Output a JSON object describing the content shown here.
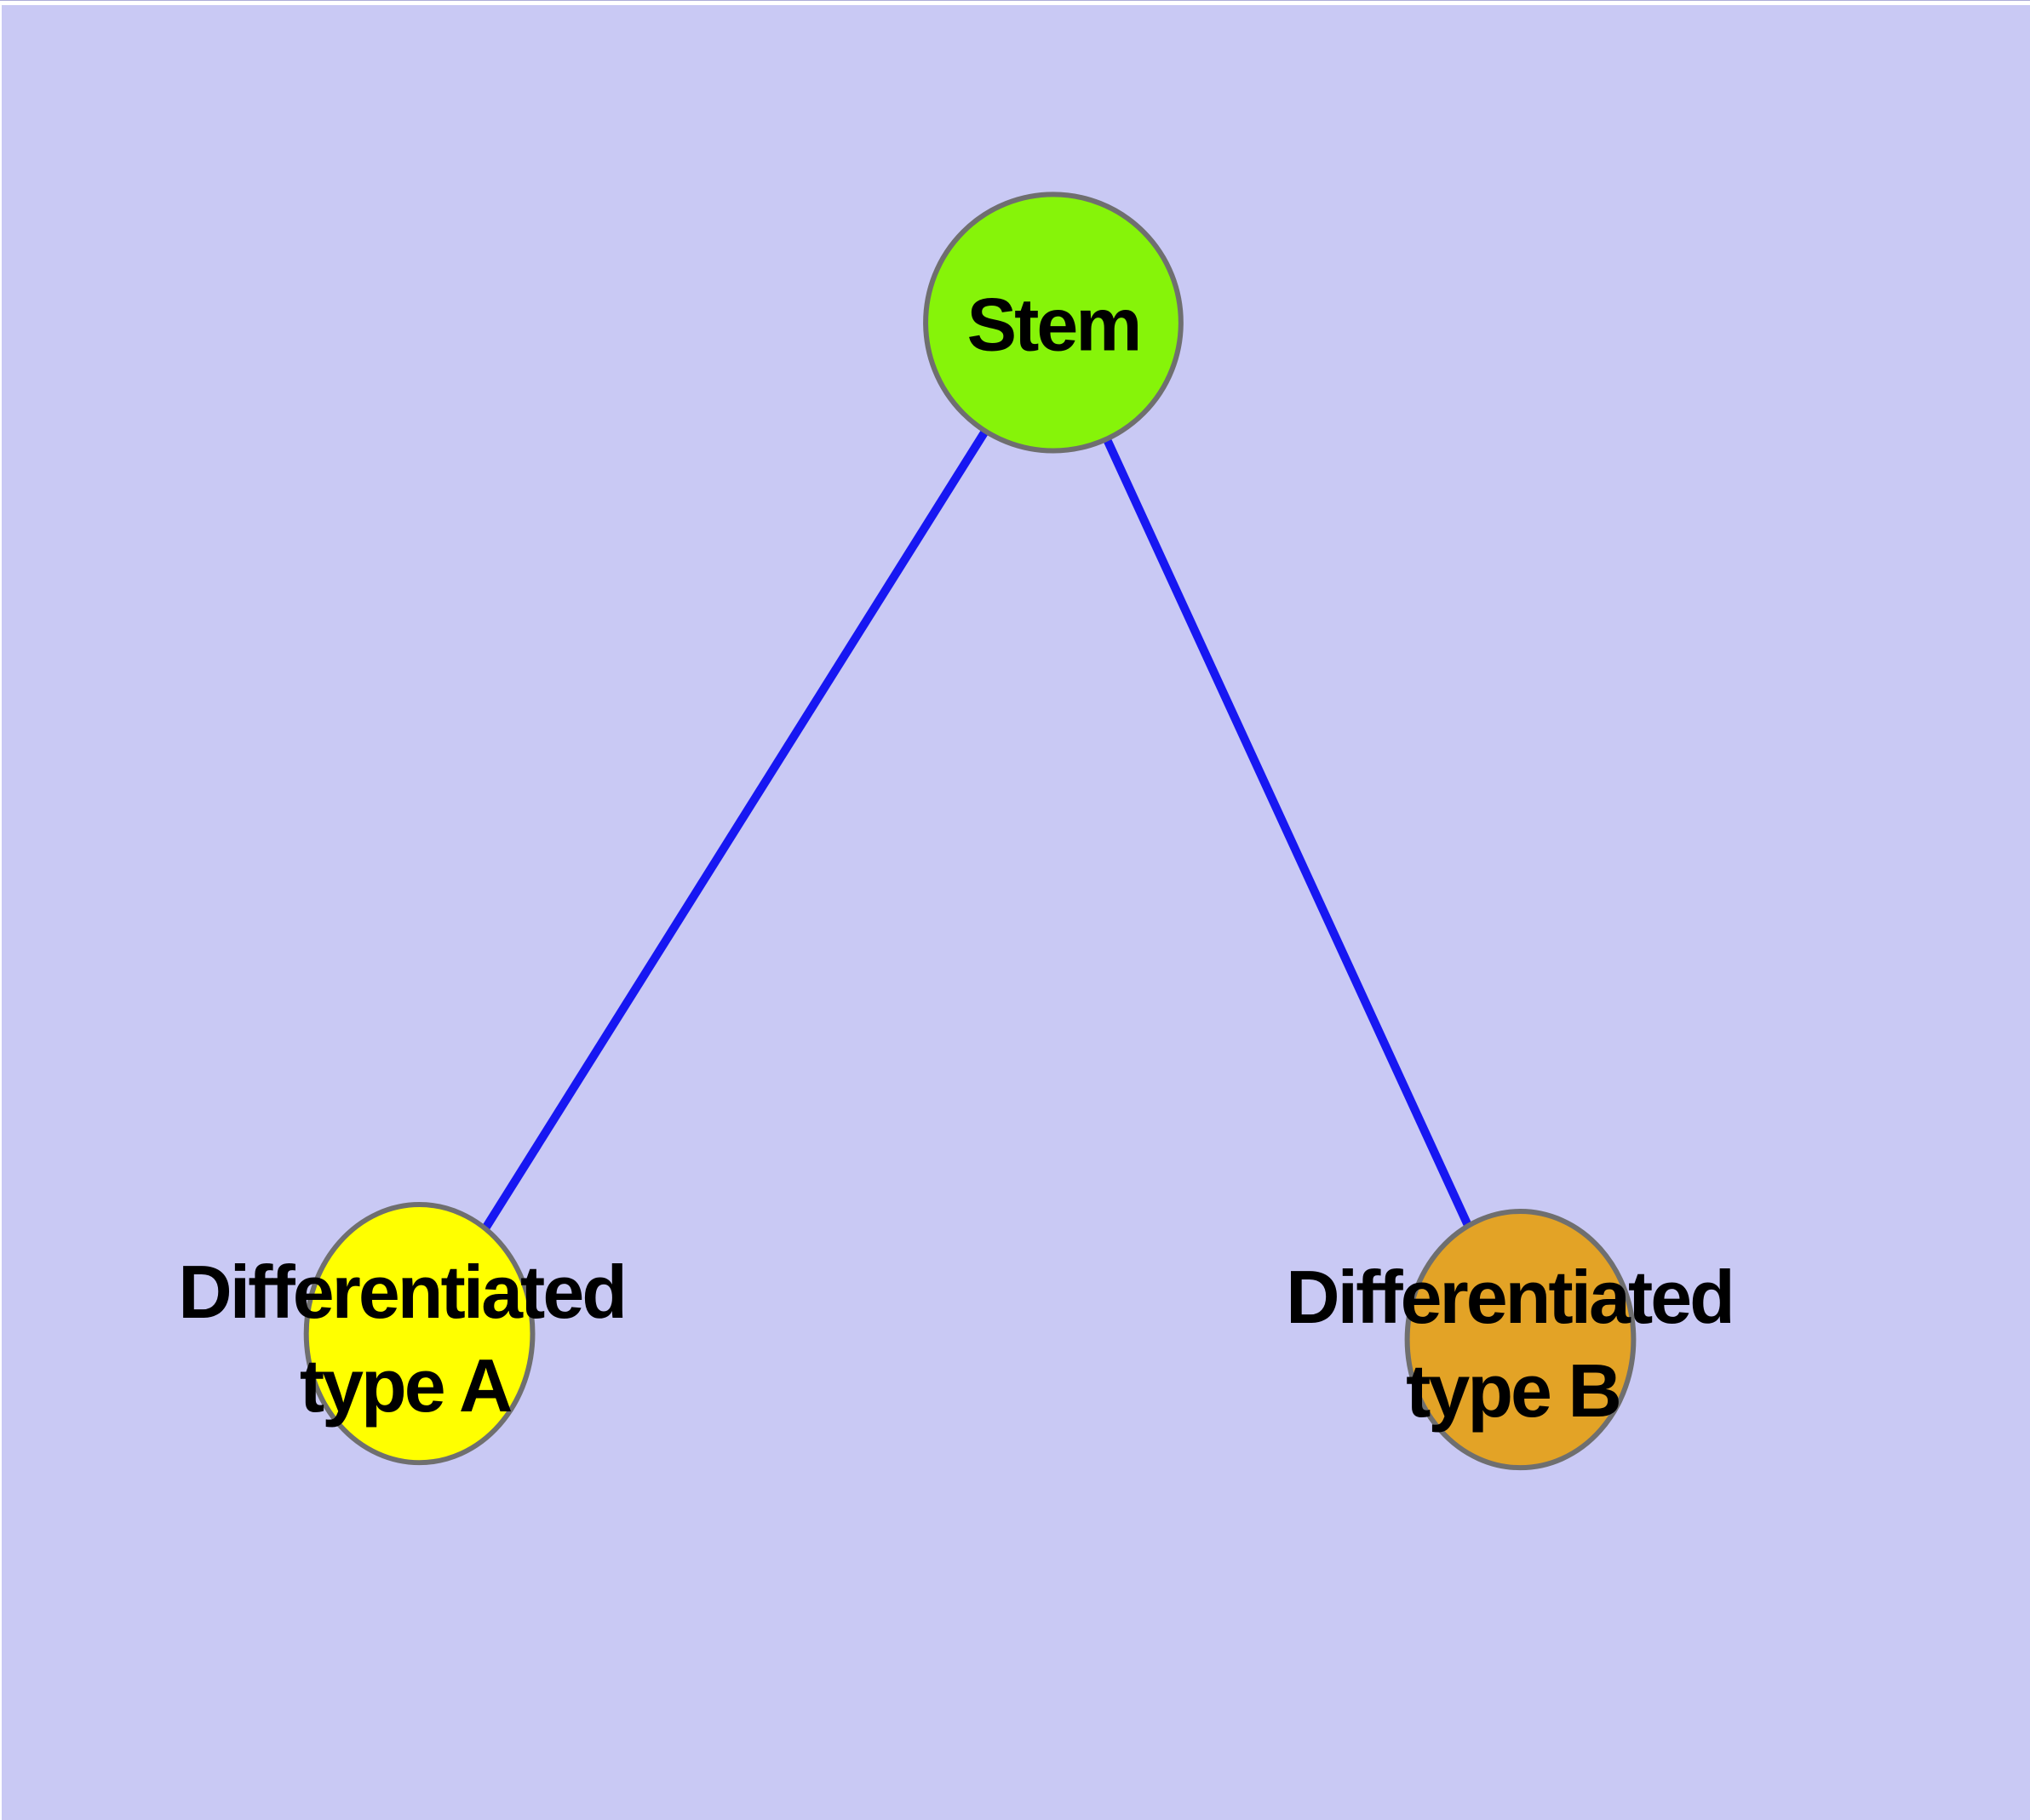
{
  "diagram": {
    "type": "graph",
    "background_color": "#C9C9F4",
    "edge_color": "#1717F2",
    "node_border_color": "#6F6F6F",
    "label_color": "#000000",
    "nodes": [
      {
        "id": "stem",
        "label": "Stem",
        "label_lines": [
          "Stem"
        ],
        "fill": "#86F409"
      },
      {
        "id": "differentiated-type-a",
        "label": "Differentiated type A",
        "label_lines": [
          "Differentiated",
          "type A"
        ],
        "fill": "#FFFF00"
      },
      {
        "id": "differentiated-type-b",
        "label": "Differentiated type B",
        "label_lines": [
          "Differentiated",
          "type B"
        ],
        "fill": "#E3A326"
      }
    ],
    "edges": [
      {
        "from": "Stem",
        "to": "Differentiated type A"
      },
      {
        "from": "Stem",
        "to": "Differentiated type B"
      }
    ]
  }
}
